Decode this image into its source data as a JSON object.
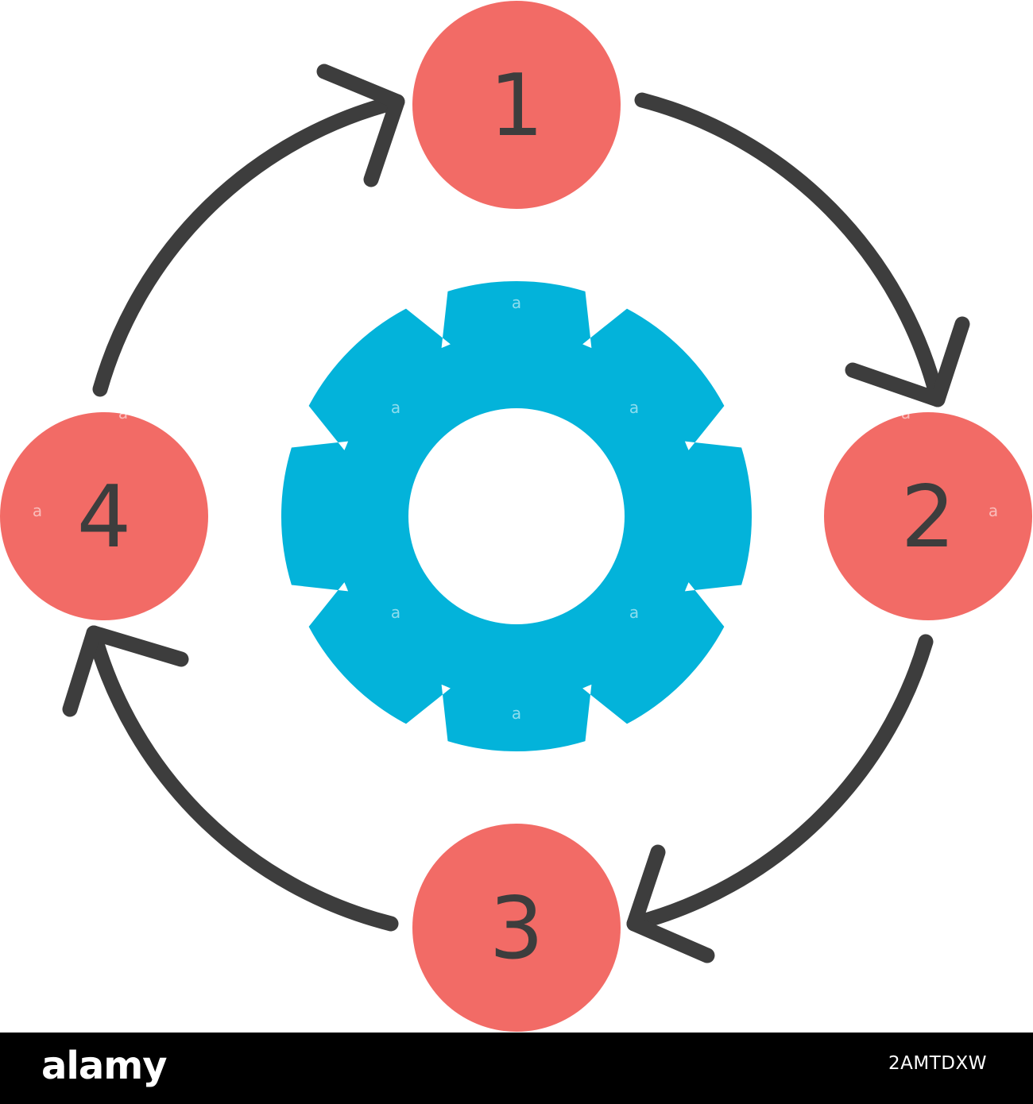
{
  "diagram": {
    "steps": [
      {
        "label": "1"
      },
      {
        "label": "2"
      },
      {
        "label": "3"
      },
      {
        "label": "4"
      }
    ],
    "center_icon": "gear-icon",
    "watermark_glyph": "a"
  },
  "colors": {
    "step_fill": "#F26B66",
    "arrow_stroke": "#3D3D3D",
    "gear_fill": "#03B3DA",
    "label_color": "#3D3D3D",
    "background": "#FFFFFF",
    "footer_bg": "#000000",
    "footer_text": "#FFFFFF"
  },
  "footer": {
    "brand": "alamy",
    "image_id": "2AMTDXW"
  }
}
